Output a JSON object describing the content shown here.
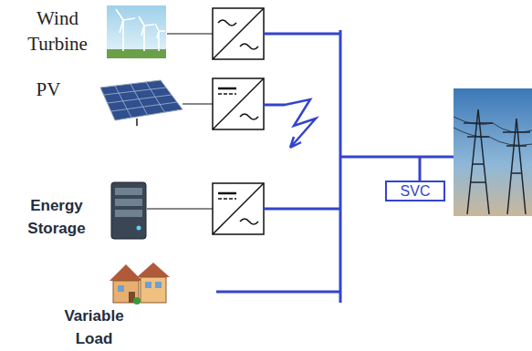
{
  "diagram": {
    "nodes": [
      {
        "text": [
          "SVC"
        ]
      }
    ],
    "labels": [
      "Wind Turbine",
      "PV",
      "Energy Storage",
      "Variable Load"
    ]
  }
}
